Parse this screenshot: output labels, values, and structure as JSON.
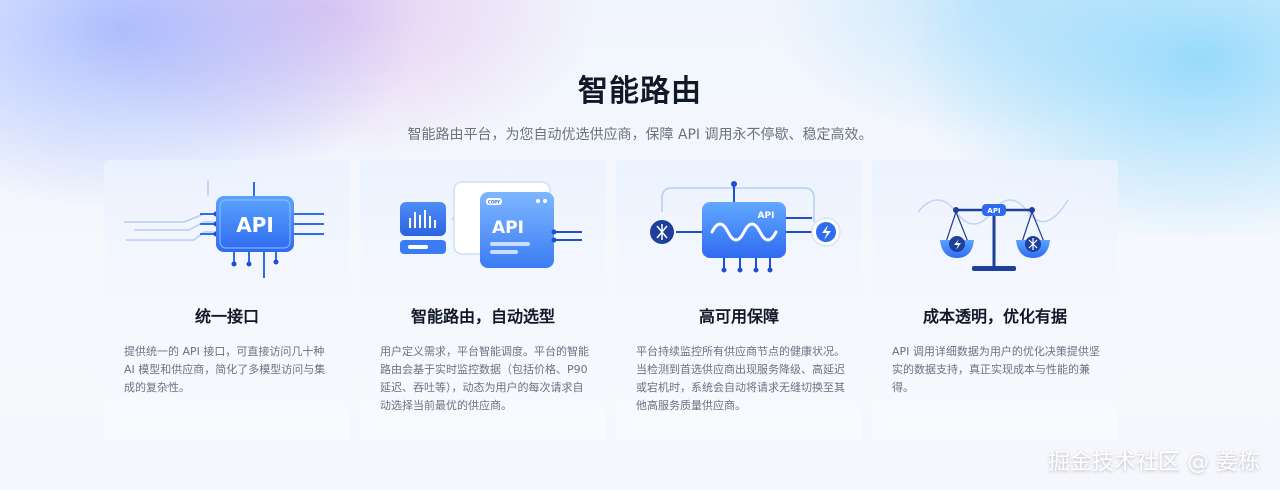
{
  "hero": {
    "title": "智能路由",
    "subtitle": "智能路由平台，为您自动优选供应商，保障 API 调用永不停歇、稳定高效。"
  },
  "cards": [
    {
      "title": "统一接口",
      "description": "提供统一的 API 接口，可直接访问几十种 AI 模型和供应商，简化了多模型访问与集成的复杂性。",
      "chip_label": "API",
      "icon": "api-chip-icon"
    },
    {
      "title": "智能路由，自动选型",
      "description": "用户定义需求，平台智能调度。平台的智能路由会基于实时监控数据（包括价格、P90延迟、吞吐等），动态为用户的每次请求自动选择当前最优的供应商。",
      "chip_label": "API",
      "tag_label": "COPY",
      "icon": "routing-dashboard-icon"
    },
    {
      "title": "高可用保障",
      "description": "平台持续监控所有供应商节点的健康状况。当检测到首选供应商出现服务降级、高延迟或宕机时，系统会自动将请求无缝切换至其他高服务质量供应商。",
      "chip_label": "API",
      "icon": "failover-switch-icon"
    },
    {
      "title": "成本透明，优化有据",
      "description": "API 调用详细数据为用户的优化决策提供坚实的数据支持，真正实现成本与性能的兼得。",
      "chip_label": "API",
      "icon": "balance-scale-icon"
    }
  ],
  "watermark": "掘金技术社区 @ 姜栋",
  "colors": {
    "accent": "#2f6bf0",
    "accent_dark": "#1e4fd0",
    "title": "#111827",
    "text_muted": "#6b7280"
  }
}
